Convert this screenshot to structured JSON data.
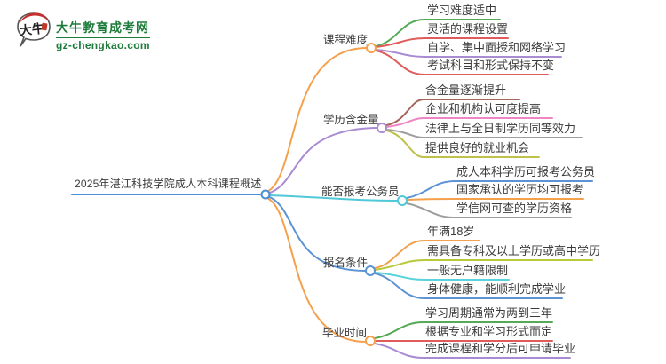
{
  "logo": {
    "title": "大牛教育成考网",
    "url": "gz-chengkao.com",
    "brand_color": "#1d7b3b",
    "icon_text": "大牛"
  },
  "mindmap": {
    "root": {
      "label": "2025年湛江科技学院成人本科课程概述",
      "color": "#4a90d2"
    },
    "branches": [
      {
        "label": "课程难度",
        "color": "#f5a04c",
        "children": [
          {
            "label": "学习难度适中",
            "color": "#55a957"
          },
          {
            "label": "灵活的课程设置",
            "color": "#e05c5c"
          },
          {
            "label": "自学、集中面授和网络学习",
            "color": "#a98bd3"
          },
          {
            "label": "考试科目和形式保持不变",
            "color": "#e05c5c"
          }
        ]
      },
      {
        "label": "学历含金量",
        "color": "#a98bd3",
        "children": [
          {
            "label": "含金量逐渐提升",
            "color": "#a5655b"
          },
          {
            "label": "企业和机构认可度提高",
            "color": "#ef86c3"
          },
          {
            "label": "法律上与全日制学历同等效力",
            "color": "#9e9e9e"
          },
          {
            "label": "提供良好的就业机会",
            "color": "#bfc24a"
          }
        ]
      },
      {
        "label": "能否报考公务员",
        "color": "#4fc8d8",
        "children": [
          {
            "label": "成人本科学历可报考公务员",
            "color": "#5b93d4"
          },
          {
            "label": "国家承认的学历均可报考",
            "color": "#f5a04c"
          },
          {
            "label": "学信网可查的学历资格",
            "color": "#9e9e9e"
          }
        ]
      },
      {
        "label": "报名条件",
        "color": "#5b93d4",
        "children": [
          {
            "label": "年满18岁",
            "color": "#f5a04c"
          },
          {
            "label": "需具备专科及以上学历或高中学历",
            "color": "#b8c93a"
          },
          {
            "label": "一般无户籍限制",
            "color": "#58d3db"
          },
          {
            "label": "身体健康，能顺利完成学业",
            "color": "#5b93d4"
          }
        ]
      },
      {
        "label": "毕业时间",
        "color": "#f5a04c",
        "children": [
          {
            "label": "学习周期通常为两到三年",
            "color": "#55a957"
          },
          {
            "label": "根据专业和学习形式而定",
            "color": "#e05c5c"
          },
          {
            "label": "完成课程和学分后可申请毕业",
            "color": "#a98bd3"
          }
        ]
      }
    ]
  }
}
